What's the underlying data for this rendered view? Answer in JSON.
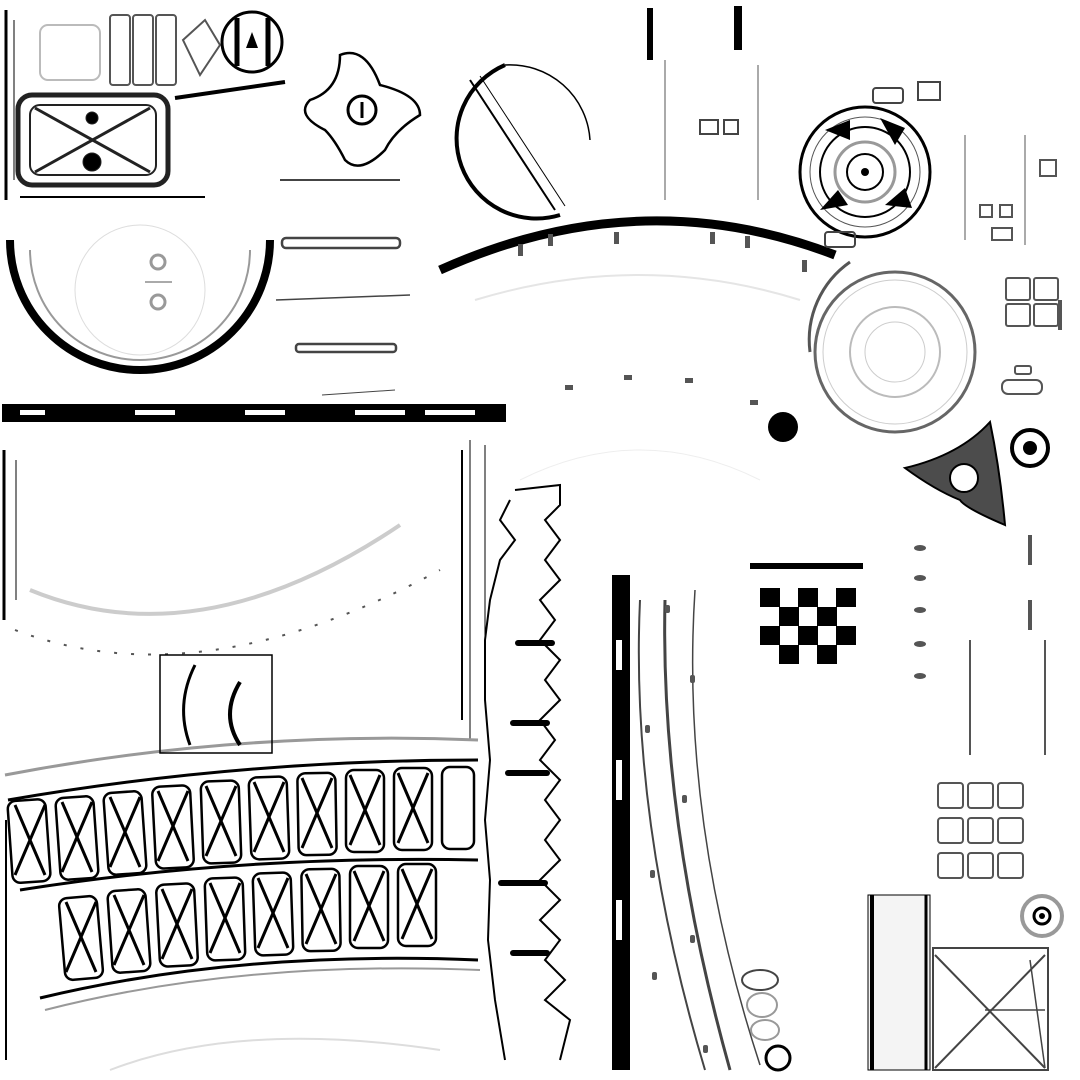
{
  "texture_atlas": {
    "background": "#ffffff",
    "ink_colors": {
      "black": "#000000",
      "dark_gray": "#3a3a3a",
      "mid_gray": "#8a8a8a",
      "light_gray": "#d6d6d6",
      "panel_fill": "#4c4c4c"
    },
    "shape_names": [
      "vertical-strips",
      "top-knob",
      "triangle-arrow-icon",
      "x-braced-plate",
      "tri-lobe-handle",
      "half-disc",
      "large-gauge-ring",
      "checker-stripe-bar",
      "outer-ring-arc",
      "speaker-cone",
      "concentric-disc",
      "tri-lobe-dark",
      "small-tiles",
      "checkerboard-panel",
      "gear-rack",
      "x-truss-band",
      "curved-tracks",
      "grid-tiles",
      "crossed-panel",
      "small-rings"
    ]
  }
}
